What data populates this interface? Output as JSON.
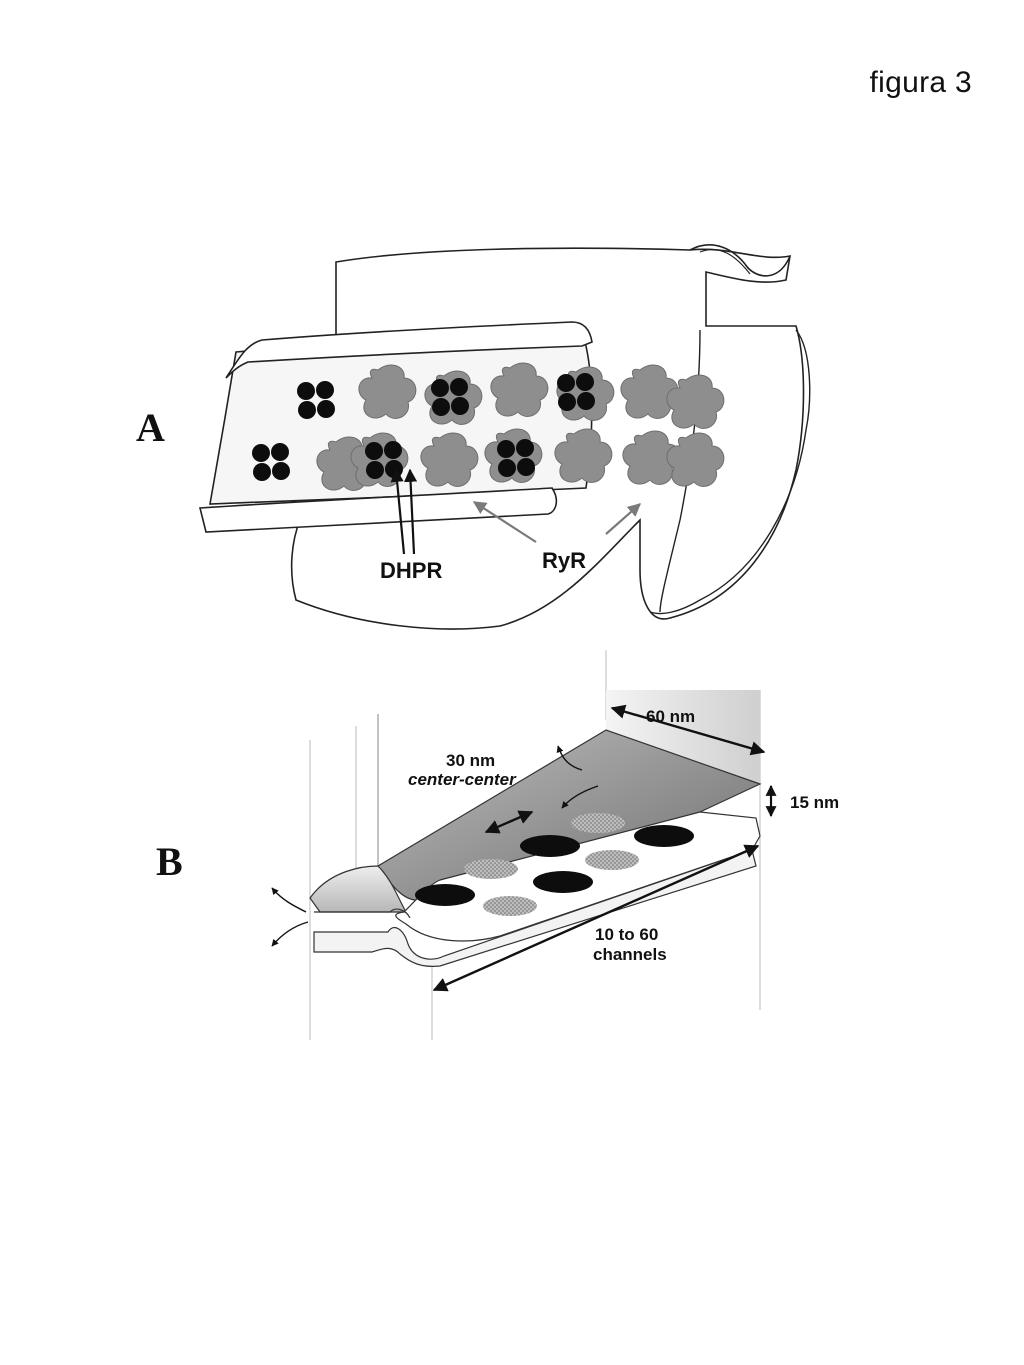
{
  "figure_title": "figura 3",
  "panel_a": {
    "letter": "A",
    "labels": {
      "dhpr": "DHPR",
      "ryr": "RyR"
    }
  },
  "panel_b": {
    "letter": "B",
    "labels": {
      "width": "60 nm",
      "spacing_value": "30 nm",
      "spacing_qualifier": "center-center",
      "gap": "15 nm",
      "count_line1": "10 to 60",
      "count_line2": "channels"
    }
  },
  "colors": {
    "ink": "#111111",
    "ryr_fill": "#8e8e8e",
    "ryr_dark": "#6e6e6e",
    "dhpr_fill": "#0d0d0d",
    "membrane_shade": "#d8d8d8",
    "arrow_gray": "#7a7a7a"
  }
}
